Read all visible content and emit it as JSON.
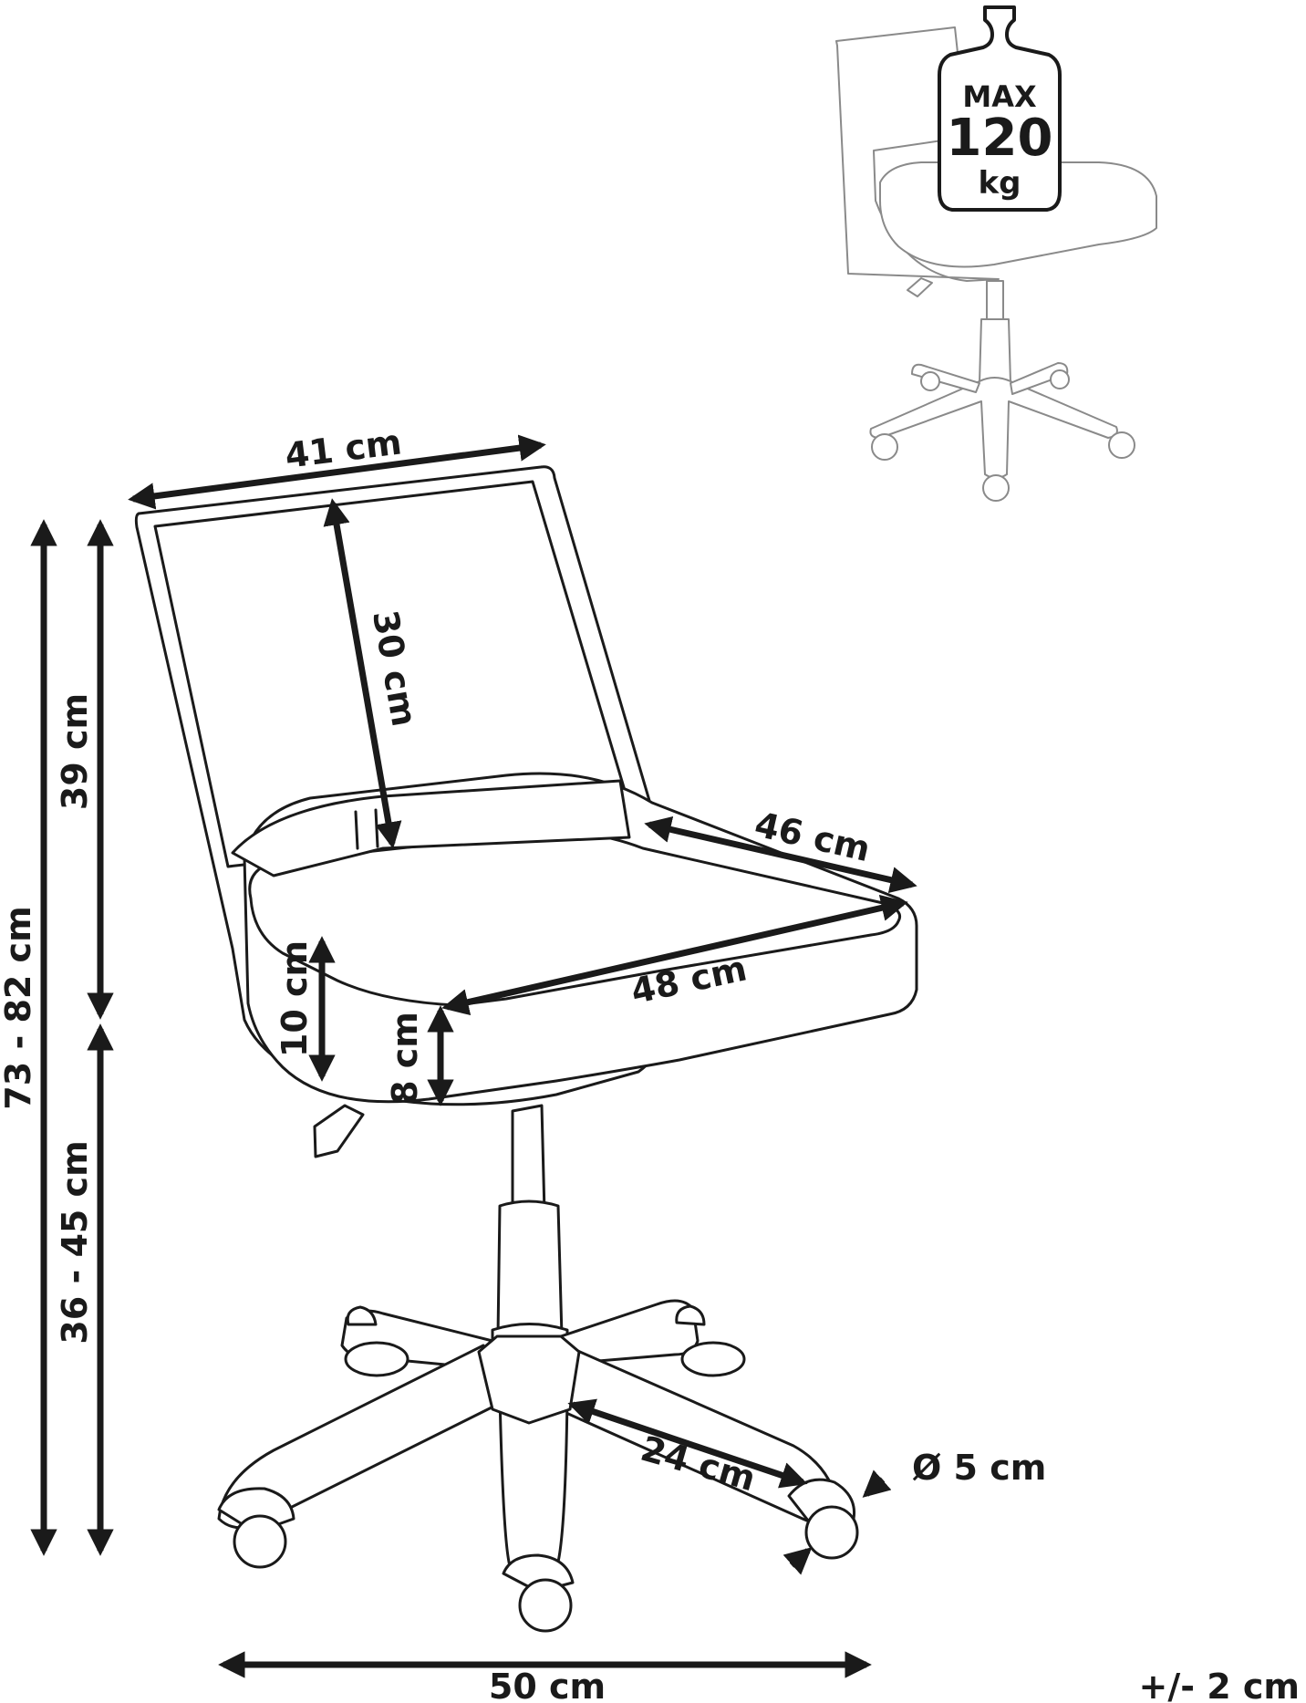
{
  "dimensions": {
    "backrest_width": "41 cm",
    "backrest_height": "30 cm",
    "seat_depth": "46 cm",
    "seat_width": "48 cm",
    "armrest_gap": "10 cm",
    "seat_thickness": "8 cm",
    "back_height": "39 cm",
    "seat_height": "36 - 45 cm",
    "total_height": "73 - 82 cm",
    "leg_length": "24 cm",
    "wheel_diameter": "Ø 5 cm",
    "base_width": "50 cm",
    "tolerance": "+/- 2 cm"
  },
  "max_load": {
    "line1": "MAX",
    "line2": "120",
    "line3": "kg"
  }
}
